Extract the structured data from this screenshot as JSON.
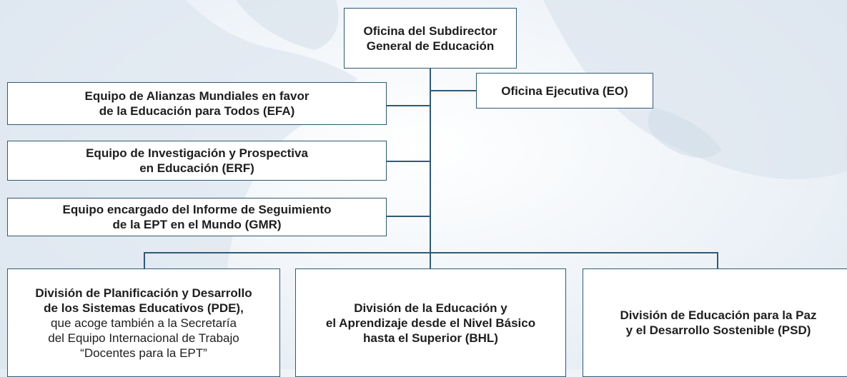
{
  "top_box": {
    "line1": "Oficina del Subdirector",
    "line2": "General de Educación"
  },
  "exec_office": {
    "label": "Oficina Ejecutiva (EO)"
  },
  "teams": [
    {
      "line1": "Equipo de Alianzas Mundiales en favor",
      "line2": "de la Educación para Todos (EFA)"
    },
    {
      "line1": "Equipo de Investigación y Prospectiva",
      "line2": "en Educación (ERF)"
    },
    {
      "line1": "Equipo encargado del Informe de Seguimiento",
      "line2": "de la EPT en el Mundo (GMR)"
    }
  ],
  "divisions": [
    {
      "bold_lines": [
        "División de Planificación y Desarrollo",
        "de los Sistemas Educativos (PDE),"
      ],
      "normal_lines": [
        "que acoge también a la Secretaría",
        "del Equipo Internacional de Trabajo",
        "“Docentes para la EPT”"
      ]
    },
    {
      "bold_lines": [
        "División de la Educación y",
        "el Aprendizaje desde el Nivel Básico",
        "hasta el Superior (BHL)"
      ]
    },
    {
      "bold_lines": [
        "División de Educación para la Paz",
        "y el Desarrollo Sostenible (PSD)"
      ]
    }
  ],
  "colors": {
    "connector": "#2f5a75",
    "box_fill": "#ffffff",
    "background": "#eef3f8",
    "map_land": "#dde6ef"
  }
}
